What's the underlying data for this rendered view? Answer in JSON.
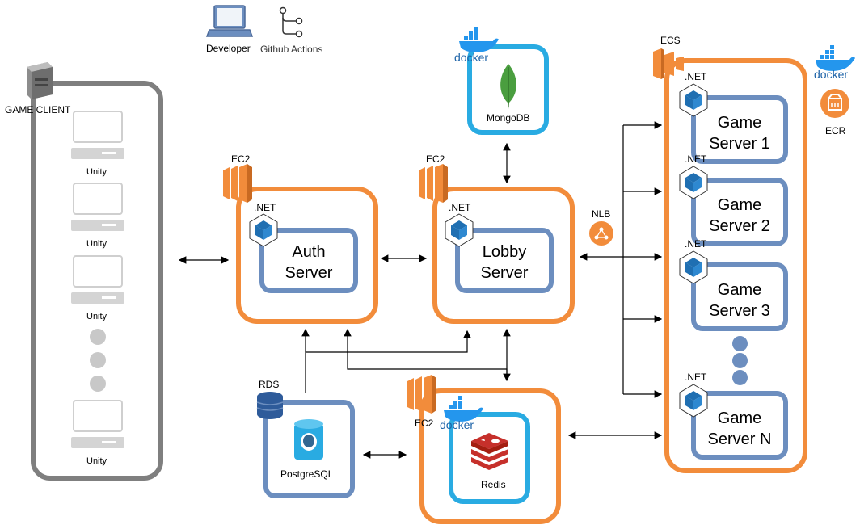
{
  "top": {
    "developer": "Developer",
    "github_actions": "Github Actions"
  },
  "client": {
    "title": "GAME CLIENT",
    "units": [
      "Unity",
      "Unity",
      "Unity",
      "Unity"
    ]
  },
  "auth": {
    "ec2": "EC2",
    "net": ".NET",
    "line1": "Auth",
    "line2": "Server"
  },
  "lobby": {
    "ec2": "EC2",
    "net": ".NET",
    "line1": "Lobby",
    "line2": "Server"
  },
  "mongo": {
    "docker": "docker",
    "label": "MongoDB"
  },
  "nlb": {
    "label": "NLB"
  },
  "rds": {
    "label": "RDS",
    "db": "PostgreSQL"
  },
  "redis": {
    "ec2": "EC2",
    "docker": "docker",
    "label": "Redis"
  },
  "ecs": {
    "label": "ECS",
    "docker": "docker",
    "ecr": "ECR",
    "servers": [
      {
        "net": ".NET",
        "line1": "Game",
        "line2": "Server 1"
      },
      {
        "net": ".NET",
        "line1": "Game",
        "line2": "Server 2"
      },
      {
        "net": ".NET",
        "line1": "Game",
        "line2": "Server 3"
      },
      {
        "net": ".NET",
        "line1": "Game",
        "line2": "Server N"
      }
    ]
  },
  "colors": {
    "orange": "#f28c3b",
    "blue": "#6c8ebf",
    "sky": "#29abe2",
    "gray": "#7f7f7f",
    "mongo": "#4a9e3f",
    "redis": "#c6302b"
  }
}
